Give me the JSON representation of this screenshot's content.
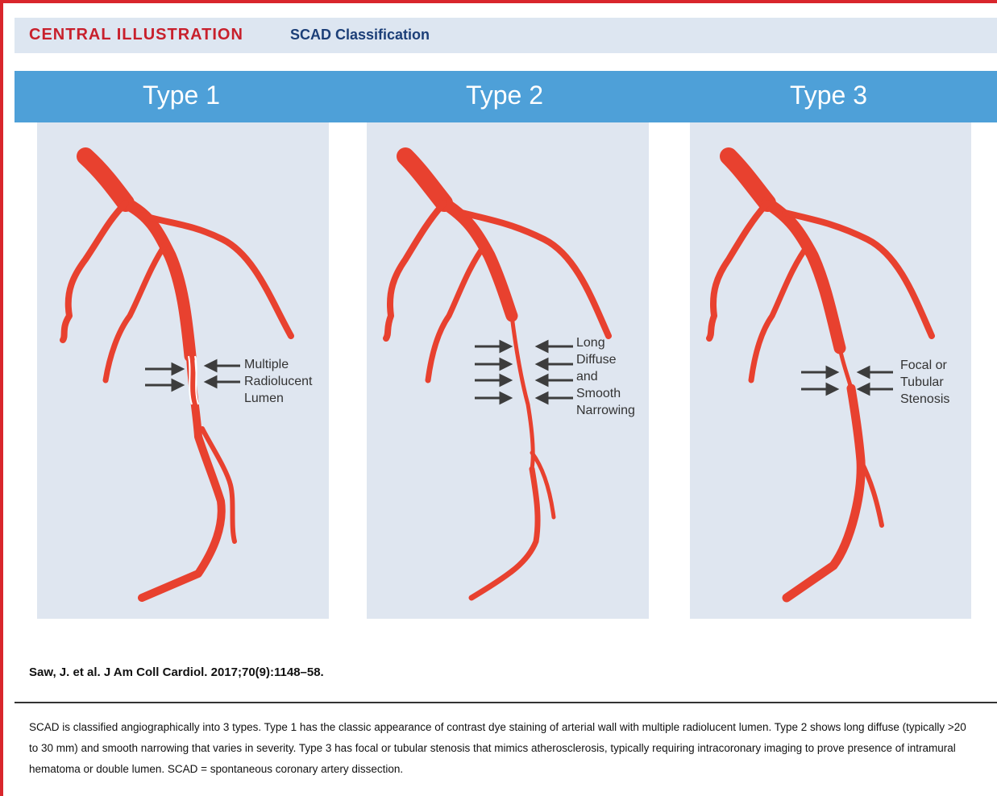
{
  "header": {
    "title": "CENTRAL ILLUSTRATION",
    "subtitle": "SCAD Classification"
  },
  "panels": [
    {
      "label": "Type 1",
      "annotation": [
        "Multiple",
        "Radiolucent",
        "Lumen"
      ]
    },
    {
      "label": "Type 2",
      "annotation": [
        "Long",
        "Diffuse",
        "and",
        "Smooth",
        "Narrowing"
      ]
    },
    {
      "label": "Type 3",
      "annotation": [
        "Focal or",
        "Tubular",
        "Stenosis"
      ]
    }
  ],
  "citation": "Saw, J. et al. J Am Coll Cardiol. 2017;70(9):1148–58.",
  "caption": "SCAD is classified angiographically into 3 types. Type 1 has the classic appearance of contrast dye staining of arterial wall with multiple radiolucent lumen. Type 2 shows long diffuse (typically >20 to 30 mm) and smooth narrowing that varies in severity. Type 3 has focal or tubular stenosis that mimics atherosclerosis, typically requiring intracoronary imaging to prove presence of intramural hematoma or double lumen. SCAD = spontaneous coronary artery dissection.",
  "colors": {
    "accent_red": "#d9262c",
    "header_blue": "#1c3f78",
    "type_bar": "#4ea0d8",
    "panel_bg": "#dfe6f0",
    "artery": "#e8412f",
    "arrow": "#3d3d3d"
  }
}
